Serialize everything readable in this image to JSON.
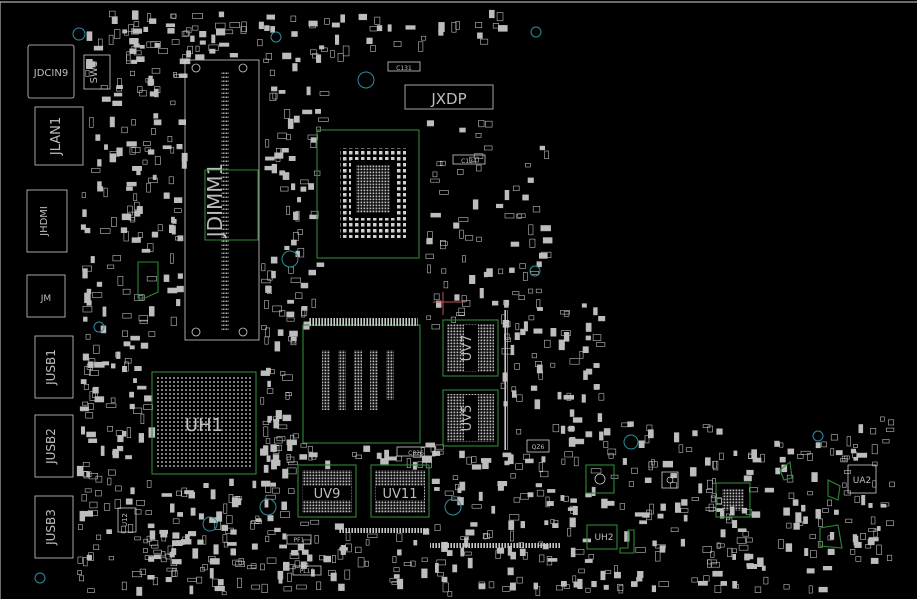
{
  "board": {
    "chips": {
      "uh1": "UH1",
      "uv9": "UV9",
      "uv11": "UV11",
      "uv7": "UV7",
      "uv5": "UV5",
      "ua2": "UA2",
      "uh2": "UH2",
      "u12": "U12",
      "qz6": "QZ6"
    },
    "connectors": {
      "jdcin9": "JDCIN9",
      "sw1": "SW1",
      "jlan1": "JLAN1",
      "jhdmi": "JHDMI",
      "jm": "JM",
      "jusb1": "JUSB1",
      "jusb2": "JUSB2",
      "jusb3": "JUSB3",
      "jxdp": "JXDP",
      "jdimm1": "JDIMM1"
    },
    "small_refs": {
      "c131": "C131",
      "c134": "C134",
      "c826": "C826",
      "pf1": "PF1",
      "pl10": "PL10"
    }
  }
}
